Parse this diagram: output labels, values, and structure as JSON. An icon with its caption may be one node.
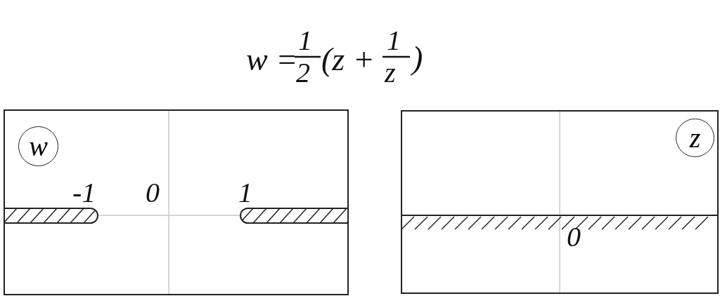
{
  "diagram": {
    "nodes": [
      {
        "text": [],
        "shape": "box"
      },
      {
        "text": [
          "w"
        ],
        "in": 0
      },
      {
        "text": [],
        "shape": "box"
      },
      {
        "text": [
          "z"
        ],
        "in": 2
      }
    ],
    "labels": [
      "w =",
      "1",
      "2",
      "(z +",
      "1",
      "z",
      ")",
      "-1",
      "0",
      "1",
      "0"
    ]
  }
}
